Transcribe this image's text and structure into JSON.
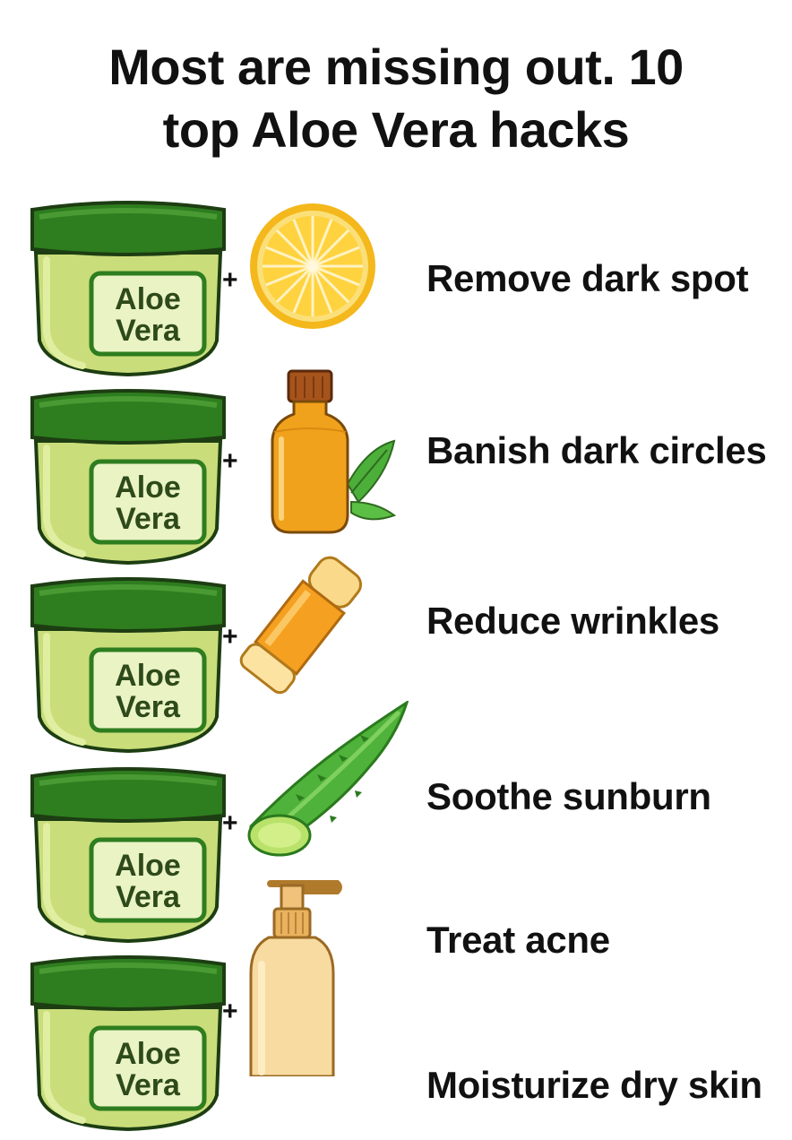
{
  "title": {
    "line1": "Most are missing out. 10",
    "line2": "top Aloe Vera hacks"
  },
  "jar_label": {
    "line1": "Aloe",
    "line2": "Vera"
  },
  "plus_sign": "+",
  "colors": {
    "jar_lid": "#2e7d1f",
    "jar_body": "#c9dd7a",
    "label_border": "#2e7d1f",
    "outline": "#1d3d12"
  },
  "hacks": [
    {
      "item_icon": "lemon-slice-icon",
      "benefit": "Remove dark spot"
    },
    {
      "item_icon": "oil-bottle-icon",
      "benefit": "Banish dark circles"
    },
    {
      "item_icon": "lip-balm-icon",
      "benefit": "Reduce wrinkles"
    },
    {
      "item_icon": "aloe-leaf-icon",
      "benefit": "Soothe sunburn"
    },
    {
      "item_icon": "pump-bottle-icon",
      "benefit": "Treat acne"
    },
    {
      "item_icon": "",
      "benefit": "Moisturize dry skin"
    }
  ]
}
